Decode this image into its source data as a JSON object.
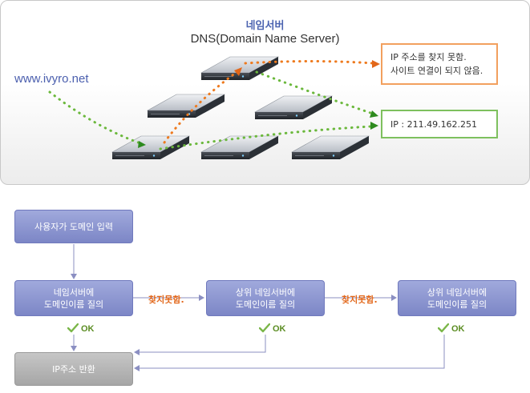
{
  "header": {
    "title_ko": "네임서버",
    "title_en": "DNS(Domain Name Server)"
  },
  "url": "www.ivyro.net",
  "fail_box": {
    "line1": "IP 주소를 찾지 못함.",
    "line2": "사이트 연결이 되지 않음."
  },
  "ok_box": {
    "text": "IP : 211.49.162.251"
  },
  "flow": {
    "input": "사용자가 도메인 입력",
    "query1_line1": "네임서버에",
    "query1_line2": "도메인이름 질의",
    "query2_line1": "상위 네임서버에",
    "query2_line2": "도메인이름 질의",
    "query3_line1": "상위 네임서버에",
    "query3_line2": "도메인이름 질의",
    "not_found_1": "찾지못함.",
    "not_found_2": "찾지못함.",
    "ok_1": "OK",
    "ok_2": "OK",
    "ok_3": "OK",
    "result": "IP주소 반환"
  },
  "colors": {
    "accent_blue": "#4b63b0",
    "fail_orange": "#f2a05e",
    "ok_green": "#7ec05e",
    "step_purple": "#8b94cf",
    "result_gray": "#b0b0b0"
  }
}
